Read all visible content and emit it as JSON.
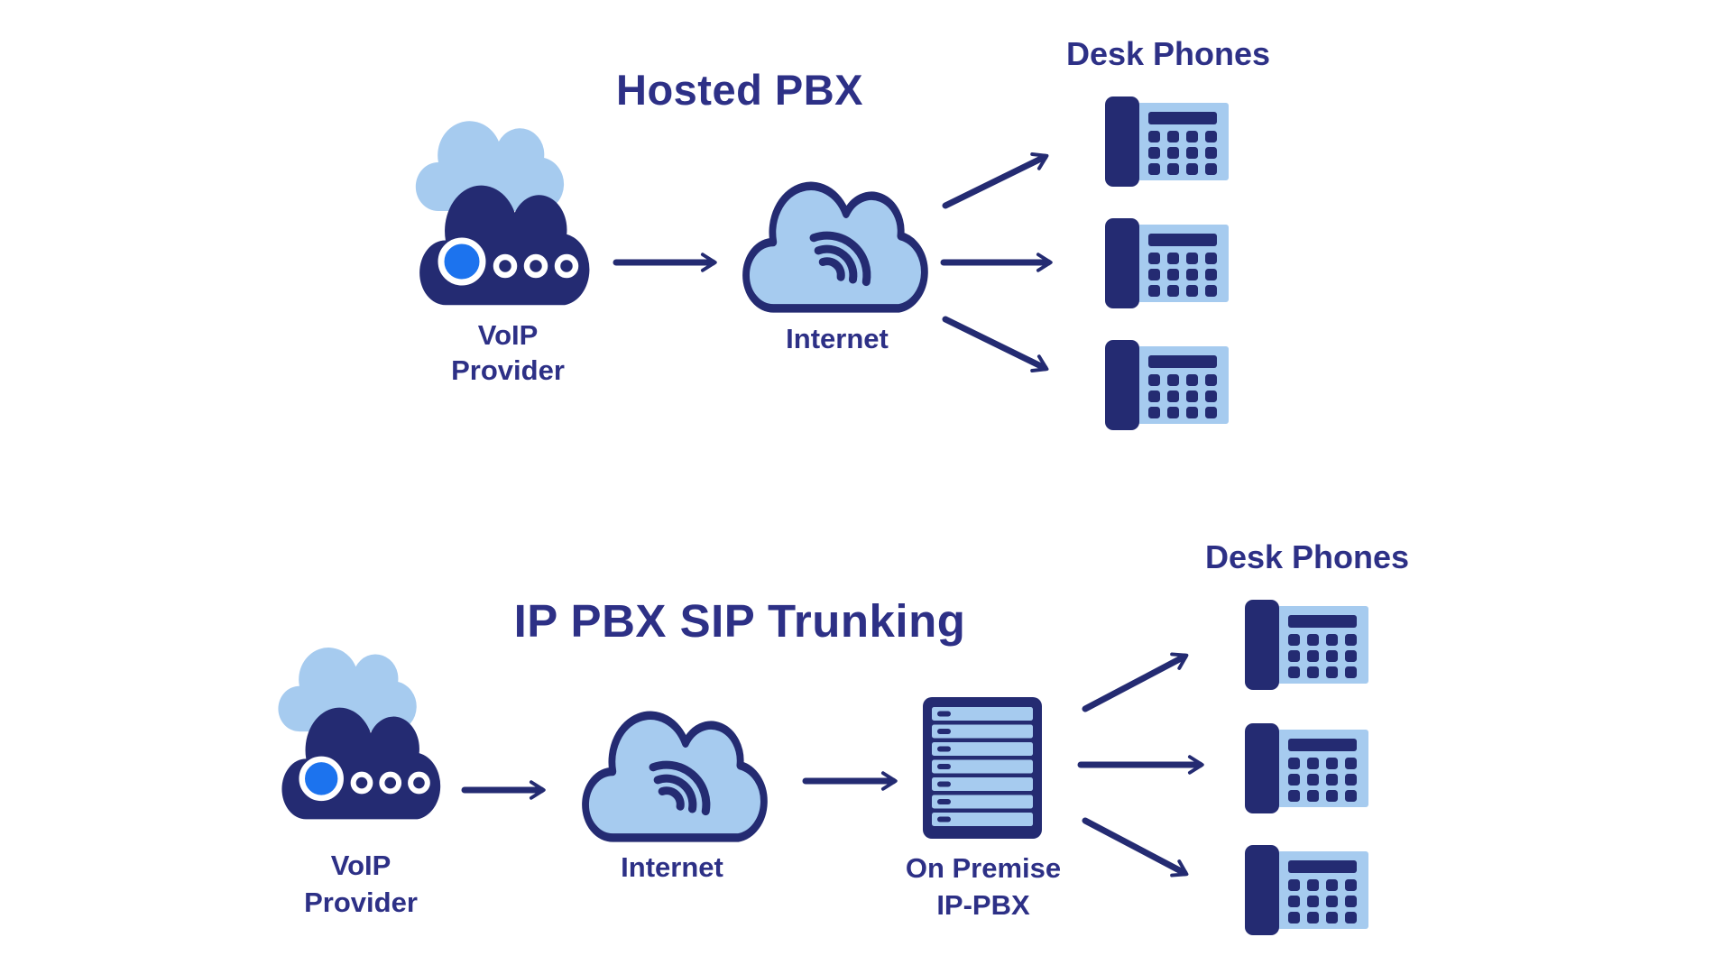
{
  "colors": {
    "navy": "#242B72",
    "ink": "#2D3086",
    "light-blue": "#A6CBEF",
    "bright-blue": "#1C73EE",
    "white": "#FFFFFF",
    "bg": "#FFFFFF"
  },
  "top": {
    "title": "Hosted PBX",
    "provider_label_line1": "VoIP",
    "provider_label_line2": "Provider",
    "internet_label": "Internet",
    "desk_phones_label": "Desk Phones",
    "phone_count": 3
  },
  "bottom": {
    "title": "IP PBX SIP Trunking",
    "provider_label_line1": "VoIP",
    "provider_label_line2": "Provider",
    "internet_label": "Internet",
    "pbx_label_line1": "On Premise",
    "pbx_label_line2": "IP-PBX",
    "desk_phones_label": "Desk Phones",
    "phone_count": 3
  },
  "icons": {
    "voip_provider": "cloud-server-icon",
    "internet": "cloud-wifi-icon",
    "pbx_server": "server-rack-icon",
    "desk_phone": "desk-phone-icon",
    "arrow": "flow-arrow-icon"
  }
}
